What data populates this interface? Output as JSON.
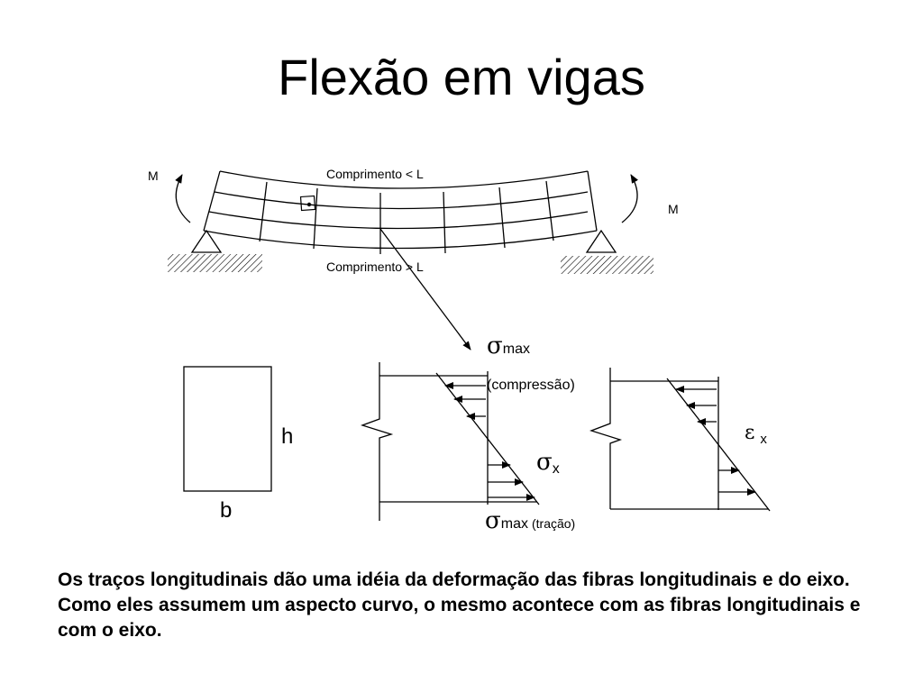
{
  "slide": {
    "title": "Flexão em vigas",
    "body_text": "Os traços longitudinais dão uma idéia da deformação das fibras longitudinais e do eixo. Como eles assumem um aspecto curvo, o mesmo acontece com as fibras longitudinais e com o eixo."
  },
  "beam": {
    "moment_left_label": "M",
    "moment_right_label": "M",
    "top_label": "Comprimento < L",
    "bottom_label": "Comprimento > L"
  },
  "section": {
    "height_label": "h",
    "width_label": "b"
  },
  "stress_diagram": {
    "sigma_symbol": "σ",
    "max_subscript": "max",
    "compression_label": "(compressão)",
    "x_subscript": "x",
    "tension_label": "(tração)"
  },
  "strain_diagram": {
    "epsilon_symbol": "ε",
    "x_subscript": "x"
  }
}
